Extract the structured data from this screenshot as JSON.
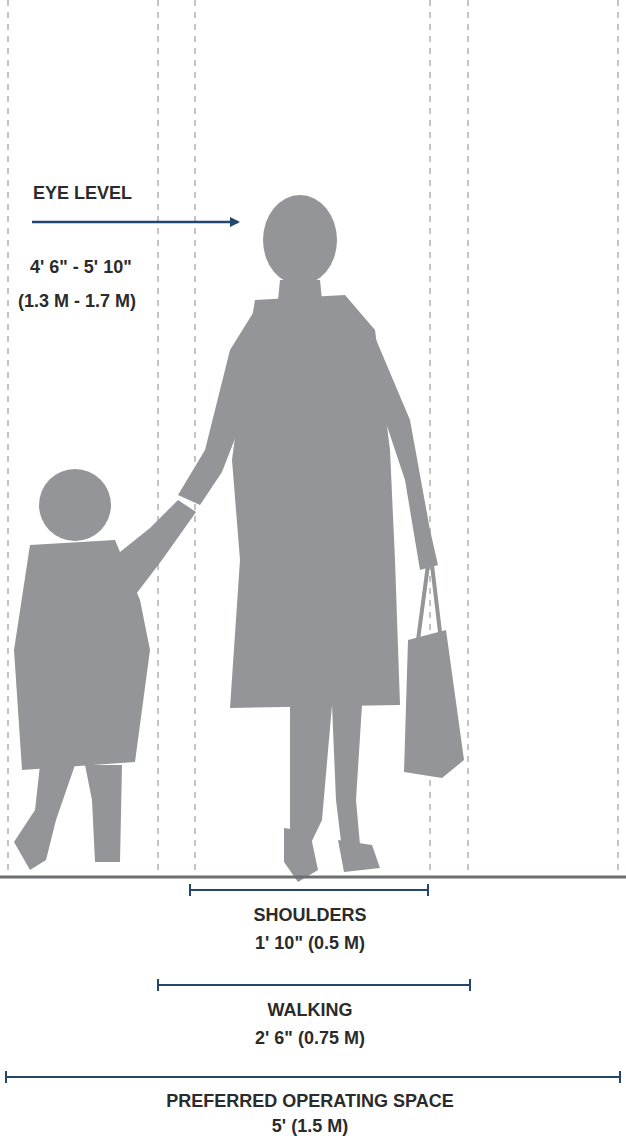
{
  "diagram": {
    "labels": [
      "EYE LEVEL",
      "4' 6\" - 5' 10\"",
      "(1.3 M - 1.7 M)",
      "SHOULDERS",
      "1' 10\" (0.5 M)",
      "WALKING",
      "2' 6\" (0.75 M)",
      "PREFERRED OPERATING SPACE",
      "5' (1.5 M)"
    ]
  }
}
